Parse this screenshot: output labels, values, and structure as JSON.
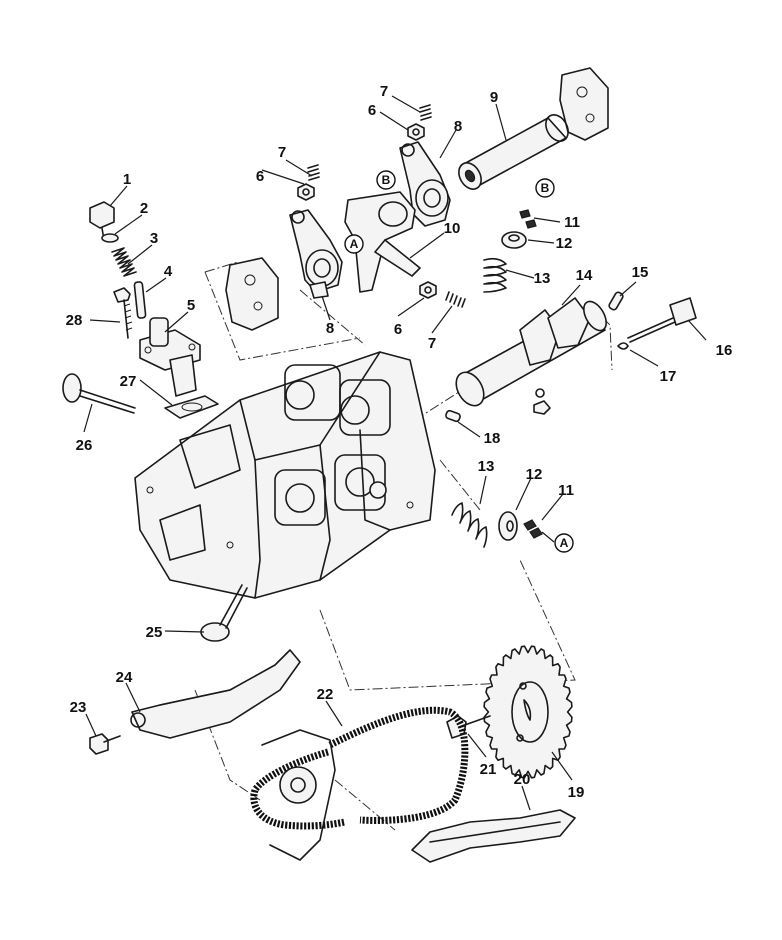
{
  "callouts": {
    "c1": "1",
    "c2": "2",
    "c3": "3",
    "c4": "4",
    "c5": "5",
    "c6a": "6",
    "c6b": "6",
    "c6c": "6",
    "c7a": "7",
    "c7b": "7",
    "c7c": "7",
    "c8a": "8",
    "c8b": "8",
    "c9": "9",
    "c10": "10",
    "c11a": "11",
    "c11b": "11",
    "c12a": "12",
    "c12b": "12",
    "c13a": "13",
    "c13b": "13",
    "c14": "14",
    "c15": "15",
    "c16": "16",
    "c17": "17",
    "c18": "18",
    "c19": "19",
    "c20": "20",
    "c21": "21",
    "c22": "22",
    "c23": "23",
    "c24": "24",
    "c25": "25",
    "c26": "26",
    "c27": "27",
    "c28": "28"
  },
  "references": {
    "a1": "A",
    "a2": "A",
    "b1": "B",
    "b2": "B"
  },
  "colors": {
    "ink": "#1a1a1a",
    "paper": "#ffffff"
  }
}
